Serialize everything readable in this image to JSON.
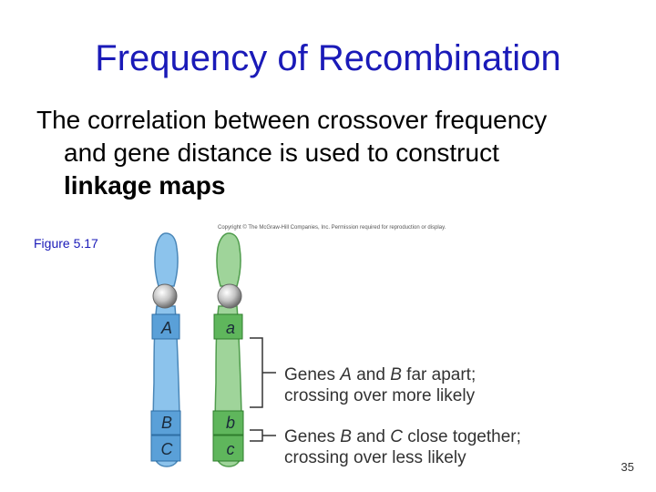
{
  "slide": {
    "title": "Frequency of Recombination",
    "body": {
      "line1": "The correlation between crossover frequency",
      "line2": "and gene distance is used to construct",
      "line3": "linkage maps"
    },
    "figure_label": "Figure 5.17",
    "copyright": "Copyright © The McGraw-Hill Companies, Inc. Permission required for reproduction or display.",
    "page_number": "35"
  },
  "figure": {
    "chromosome_left": {
      "color": "#8cc3ec",
      "genes": [
        "A",
        "B",
        "C"
      ]
    },
    "chromosome_right": {
      "color": "#9fd49a",
      "genes": [
        "a",
        "b",
        "c"
      ]
    },
    "caption_far": {
      "line1": "Genes A and B far apart;",
      "line2": "crossing over more likely"
    },
    "caption_close": {
      "line1": "Genes B and C close together;",
      "line2": "crossing over less likely"
    }
  }
}
